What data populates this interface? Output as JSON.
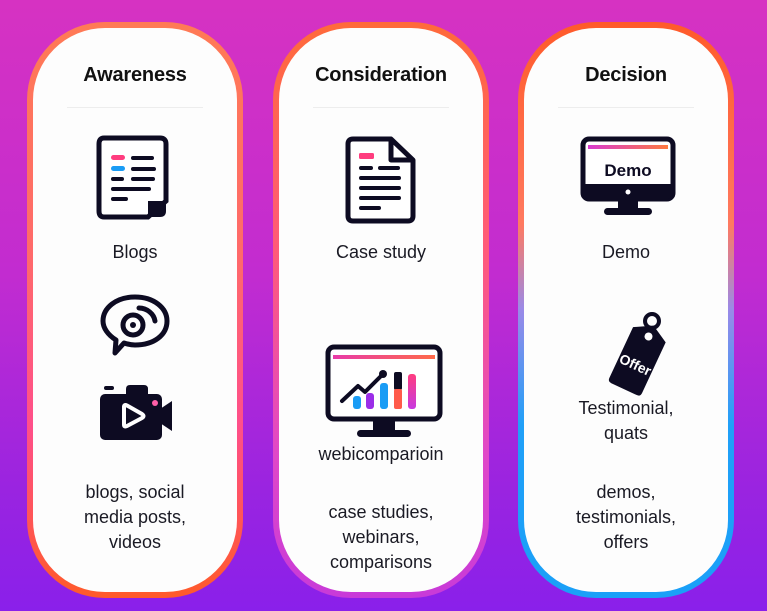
{
  "stages": [
    {
      "title": "Awareness",
      "items": [
        {
          "icon": "blog-document-icon",
          "label": "Blogs"
        },
        {
          "icon": "social-chat-icon",
          "label": ""
        },
        {
          "icon": "video-camera-icon",
          "label": ""
        }
      ],
      "summary_lines": [
        "blogs, social",
        "media posts,",
        "videos"
      ]
    },
    {
      "title": "Consideration",
      "items": [
        {
          "icon": "case-study-document-icon",
          "label": "Case study"
        },
        {
          "icon": "webinar-chart-monitor-icon",
          "label": "webicomparioin"
        }
      ],
      "summary_lines": [
        "case studies,",
        "webinars,",
        "comparisons"
      ]
    },
    {
      "title": "Decision",
      "items": [
        {
          "icon": "demo-monitor-icon",
          "label": "Demo",
          "icon_text": "Demo"
        },
        {
          "icon": "offer-tag-icon",
          "label": "",
          "icon_text": "Offer"
        }
      ],
      "testimonial_lines": [
        "Testimonial,",
        "quats"
      ],
      "summary_lines": [
        "demos,",
        "testimonials,",
        "offers"
      ]
    }
  ],
  "colors": {
    "pink": "#ff3d7f",
    "blue": "#1a9cf5",
    "purple": "#9b2de8",
    "orange": "#ff6a3a",
    "ink": "#0d0b22"
  }
}
